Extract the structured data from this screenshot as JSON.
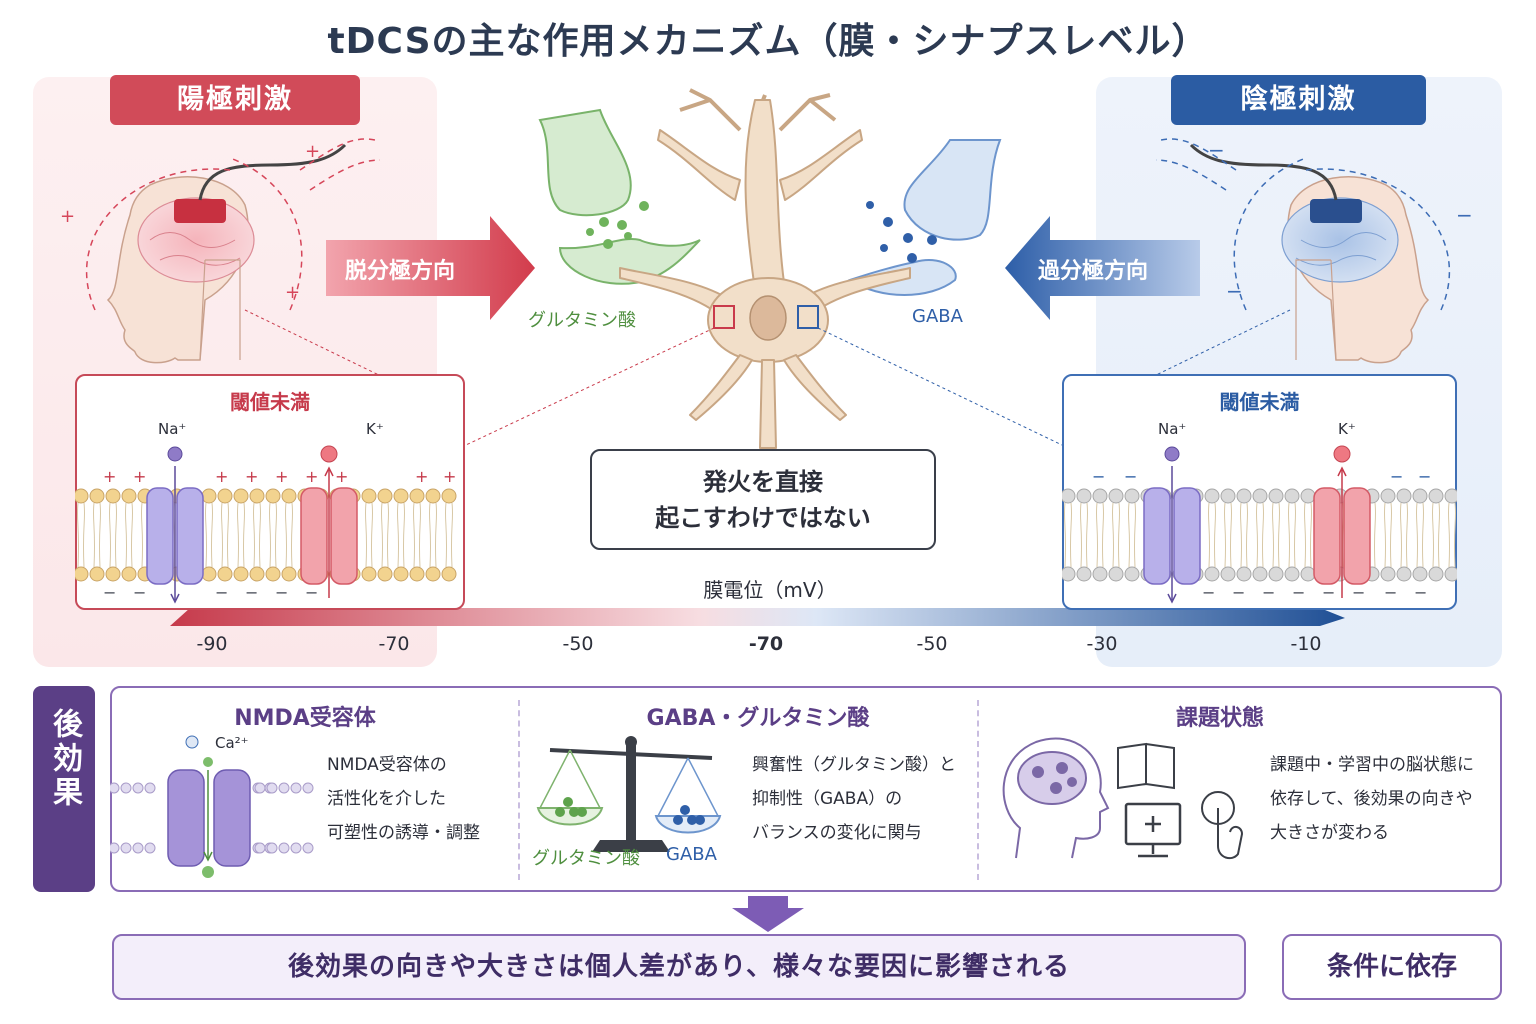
{
  "title": "tDCSの主な作用メカニズム（膜・シナプスレベル）",
  "anodal": {
    "label": "陽極刺激",
    "arrow_label": "脱分極方向",
    "box_title": "閾値未満",
    "na_label": "Na⁺",
    "k_label": "K⁺",
    "color": "#d14b59"
  },
  "cathodal": {
    "label": "陰極刺激",
    "arrow_label": "過分極方向",
    "box_title": "閾値未満",
    "na_label": "Na⁺",
    "k_label": "K⁺",
    "color": "#2b5ca3"
  },
  "neuron": {
    "glutamate_label": "グルタミン酸",
    "gaba_label": "GABA",
    "note_line1": "発火を直接",
    "note_line2": "起こすわけではない"
  },
  "membrane_axis": {
    "title": "膜電位（mV）",
    "ticks": [
      "-90",
      "-70",
      "-50",
      "-70",
      "-50",
      "-30",
      "-10"
    ]
  },
  "after_effects": {
    "side_label": "後効果",
    "nmda": {
      "title": "NMDA受容体",
      "ion_label": "Ca²⁺",
      "desc": [
        "NMDA受容体の",
        "活性化を介した",
        "可塑性の誘導・調整"
      ]
    },
    "balance": {
      "title": "GABA・グルタミン酸",
      "left_label": "グルタミン酸",
      "right_label": "GABA",
      "desc": [
        "興奮性（グルタミン酸）と",
        "抑制性（GABA）の",
        "バランスの変化に関与"
      ]
    },
    "task": {
      "title": "課題状態",
      "desc": [
        "課題中・学習中の脳状態に",
        "依存して、後効果の向きや",
        "大きさが変わる"
      ]
    }
  },
  "bottom": {
    "main": "後効果の向きや大きさは個人差があり、様々な要因に影響される",
    "condition": "条件に依存"
  },
  "colors": {
    "red": "#d14b59",
    "blue": "#2b5ca3",
    "purple": "#5b3f86",
    "green": "#5a9a4a"
  }
}
